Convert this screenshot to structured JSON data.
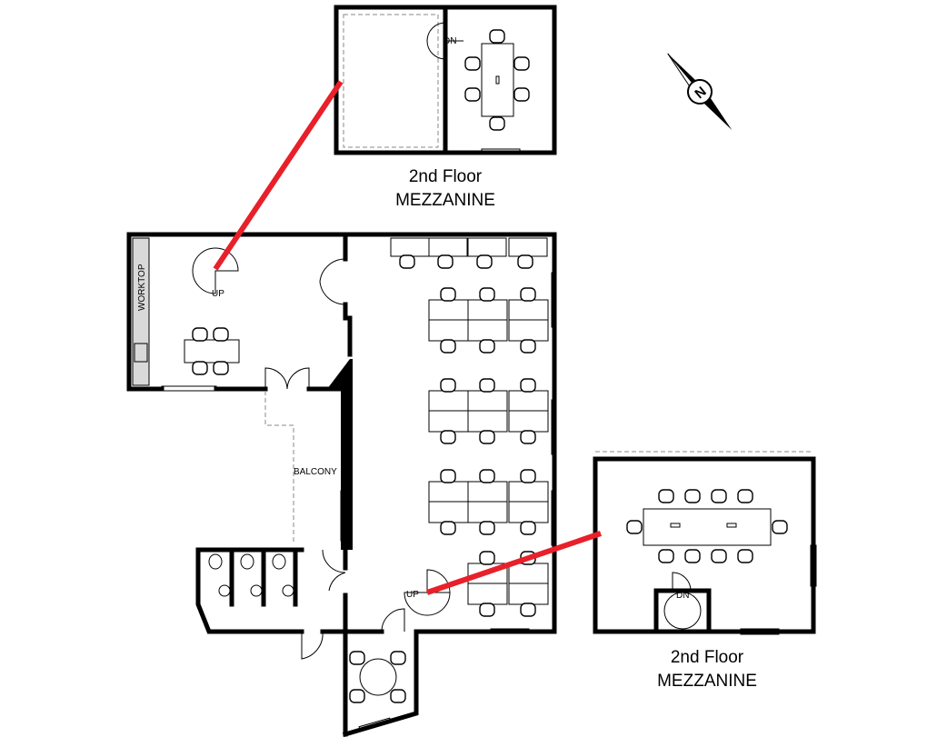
{
  "colors": {
    "connector": "#e8202a",
    "worktop": "#d9d9d9",
    "wall": "#000000"
  },
  "mezzanine_top": {
    "line1": "2nd Floor",
    "line2": "MEZZANINE",
    "stair": "DN"
  },
  "mezzanine_right": {
    "line1": "2nd Floor",
    "line2": "MEZZANINE",
    "stair": "DN"
  },
  "ground": {
    "worktop": "WORKTOP",
    "stair_kitchen": "UP",
    "stair_office": "UP",
    "balcony": "BALCONY"
  },
  "compass": {
    "letter": "N",
    "icon": "north-arrow-icon"
  }
}
